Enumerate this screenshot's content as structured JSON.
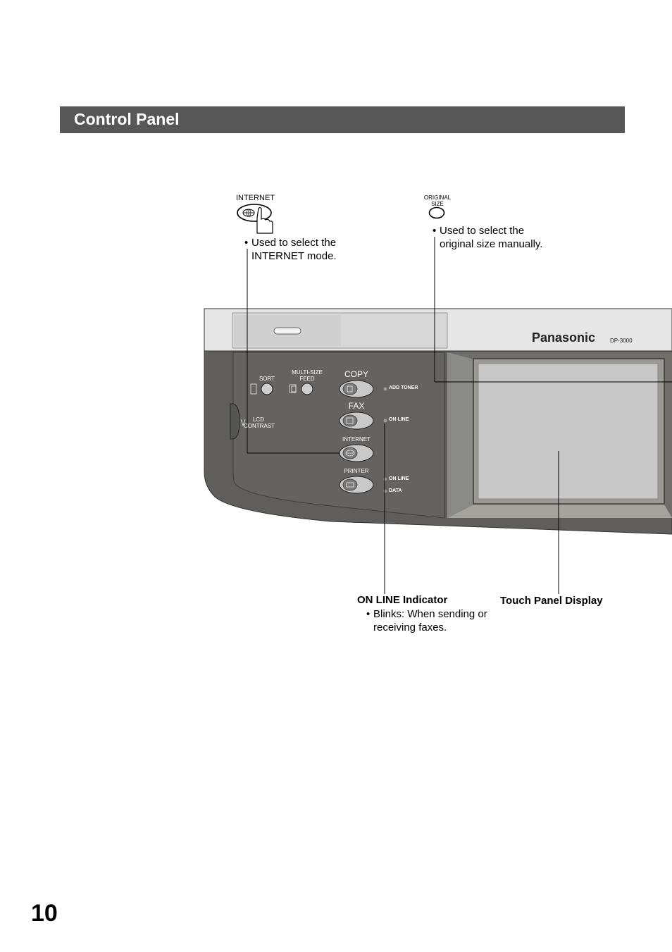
{
  "section": {
    "title": "Control Panel"
  },
  "callouts": {
    "internet": {
      "icon_label": "INTERNET",
      "bullet": "•",
      "line1": "Used to select the",
      "line2": "INTERNET mode."
    },
    "original_size": {
      "icon_label_line1": "ORIGINAL",
      "icon_label_line2": "SIZE",
      "bullet": "•",
      "line1": "Used to select the",
      "line2": "original size manually."
    },
    "online_indicator": {
      "title": "ON LINE Indicator",
      "bullet": "•",
      "line1": "Blinks: When sending or",
      "line2": "receiving faxes."
    },
    "touch_panel": {
      "title": "Touch Panel Display"
    }
  },
  "panel": {
    "brand": "Panasonic",
    "model": "DP-3000",
    "sort_label": "SORT",
    "multi_size_line1": "MULTI-SIZE",
    "multi_size_line2": "FEED",
    "lcd_line1": "LCD",
    "lcd_line2": "CONTRAST",
    "copy_label": "COPY",
    "fax_label": "FAX",
    "internet_label": "INTERNET",
    "printer_label": "PRINTER",
    "add_toner": "ADD TONER",
    "fax_online": "ON LINE",
    "printer_online": "ON LINE",
    "printer_data": "DATA"
  },
  "colors": {
    "header_bar": "#575757",
    "panel_body": "#5f5e5c",
    "panel_top": "#e6e6e6",
    "screen": "#c7c7c7"
  },
  "page": {
    "number": "10"
  }
}
